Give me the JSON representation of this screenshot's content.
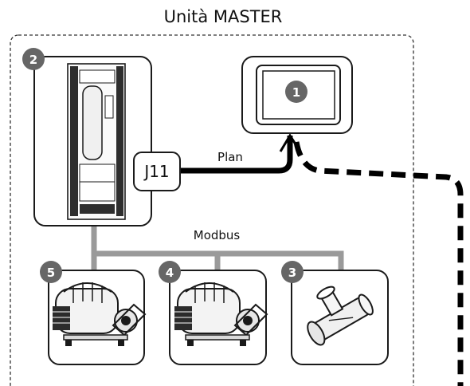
{
  "diagram": {
    "title": "Unità MASTER",
    "connections": {
      "plan_label": "Plan",
      "modbus_label": "Modbus"
    },
    "port": {
      "label": "J11"
    },
    "badges": {
      "display": "1",
      "controller": "2",
      "valve": "3",
      "compressor_a": "4",
      "compressor_b": "5"
    }
  },
  "colors": {
    "outline": "#1a1a1a",
    "modbus_bus": "#9a9a9a",
    "badge_fill": "#666666",
    "plan_line": "#000000"
  }
}
